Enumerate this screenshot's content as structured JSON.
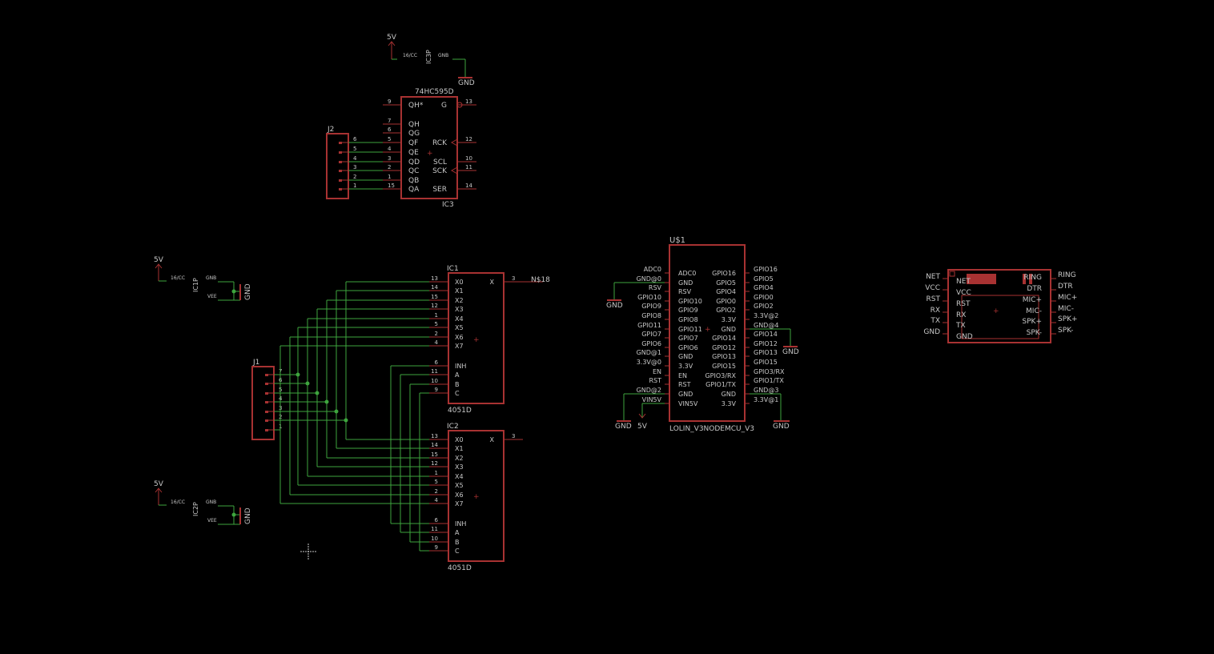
{
  "ic3p": {
    "supply": "5V",
    "gnd": "GND",
    "pin_vcc": "16/CC",
    "pin_gnd": "GNB",
    "name": "IC3P"
  },
  "ic3": {
    "value": "74HC595D",
    "name": "IC3",
    "left_pins": [
      [
        "9",
        "QH*"
      ],
      [
        "7",
        "QH"
      ],
      [
        "6",
        "QG"
      ],
      [
        "5",
        "QF"
      ],
      [
        "4",
        "QE"
      ],
      [
        "3",
        "QD"
      ],
      [
        "2",
        "QC"
      ],
      [
        "1",
        "QB"
      ],
      [
        "15",
        "QA"
      ]
    ],
    "right_pins": [
      [
        "13",
        "G"
      ],
      [
        "12",
        "RCK"
      ],
      [
        "10",
        "SCL"
      ],
      [
        "11",
        "SCK"
      ],
      [
        "14",
        "SER"
      ]
    ]
  },
  "j2": {
    "name": "J2",
    "pins": [
      "6",
      "5",
      "4",
      "3",
      "2",
      "1"
    ]
  },
  "ic1p": {
    "supply": "5V",
    "gnd": "GND",
    "pin_vcc": "16/CC",
    "pin_gnd": "GNB",
    "pin_vee": "VEE",
    "name": "IC1P"
  },
  "ic2p": {
    "supply": "5V",
    "gnd": "GND",
    "pin_vcc": "16/CC",
    "pin_gnd": "GNB",
    "pin_vee": "VEE",
    "name": "IC2P"
  },
  "j1": {
    "name": "J1",
    "pins": [
      "7",
      "6",
      "5",
      "4",
      "3",
      "2",
      "1"
    ]
  },
  "ic1": {
    "name": "IC1",
    "value": "4051D",
    "net": "N$18",
    "left_pins": [
      [
        "13",
        "X0"
      ],
      [
        "14",
        "X1"
      ],
      [
        "15",
        "X2"
      ],
      [
        "12",
        "X3"
      ],
      [
        "1",
        "X4"
      ],
      [
        "5",
        "X5"
      ],
      [
        "2",
        "X6"
      ],
      [
        "4",
        "X7"
      ],
      [
        "6",
        "INH"
      ],
      [
        "11",
        "A"
      ],
      [
        "10",
        "B"
      ],
      [
        "9",
        "C"
      ]
    ],
    "right_pin": [
      "3",
      "X"
    ]
  },
  "ic2": {
    "name": "IC2",
    "value": "4051D",
    "left_pins": [
      [
        "13",
        "X0"
      ],
      [
        "14",
        "X1"
      ],
      [
        "15",
        "X2"
      ],
      [
        "12",
        "X3"
      ],
      [
        "1",
        "X4"
      ],
      [
        "5",
        "X5"
      ],
      [
        "2",
        "X6"
      ],
      [
        "4",
        "X7"
      ],
      [
        "6",
        "INH"
      ],
      [
        "11",
        "A"
      ],
      [
        "10",
        "B"
      ],
      [
        "9",
        "C"
      ]
    ],
    "right_pin": [
      "3",
      "X"
    ]
  },
  "u1": {
    "name": "U$1",
    "value": "LOLIN_V3NODEMCU_V3",
    "left_outer": [
      "ADC0",
      "GND@0",
      "RSV",
      "GPIO10",
      "GPIO9",
      "GPIO8",
      "GPIO11",
      "GPIO7",
      "GPIO6",
      "GND@1",
      "3.3V@0",
      "EN",
      "RST",
      "GND@2",
      "VIN5V"
    ],
    "left_inner": [
      "ADC0",
      "GND",
      "RSV",
      "GPIO10",
      "GPIO9",
      "GPIO8",
      "GPIO11",
      "GPIO7",
      "GPIO6",
      "GND",
      "3.3V",
      "EN",
      "RST",
      "GND",
      "VIN5V"
    ],
    "right_inner": [
      "GPIO16",
      "GPIO5",
      "GPIO4",
      "GPIO0",
      "GPIO2",
      "3.3V",
      "GND",
      "GPIO14",
      "GPIO12",
      "GPIO13",
      "GPIO15",
      "GPIO3/RX",
      "GPIO1/TX",
      "GND",
      "3.3V"
    ],
    "right_outer": [
      "GPIO16",
      "GPIO5",
      "GPIO4",
      "GPIO0",
      "GPIO2",
      "3.3V@2",
      "GND@4",
      "GPIO14",
      "GPIO12",
      "GPIO13",
      "GPIO15",
      "GPIO3/RX",
      "GPIO1/TX",
      "GND@3",
      "3.3V@1"
    ],
    "gnd_left": "GND",
    "gnd_right": "GND",
    "gnd_bottom_left": "GND",
    "supply_bottom": "5V",
    "gnd_bottom_right": "GND"
  },
  "gsm": {
    "left_outer": [
      "NET",
      "VCC",
      "RST",
      "RX",
      "TX",
      "GND"
    ],
    "left_inner": [
      "NET",
      "VCC",
      "RST",
      "RX",
      "TX",
      "GND"
    ],
    "right_inner": [
      "RING",
      "DTR",
      "MIC+",
      "MIC-",
      "SPK+",
      "SPK-"
    ],
    "right_outer": [
      "RING",
      "DTR",
      "MIC+",
      "MIC-",
      "SPK+",
      "SPK-"
    ]
  },
  "colors": {
    "background": "#000000",
    "part": "#a83232",
    "net": "#3ea53e",
    "text": "#c7c7c7"
  }
}
